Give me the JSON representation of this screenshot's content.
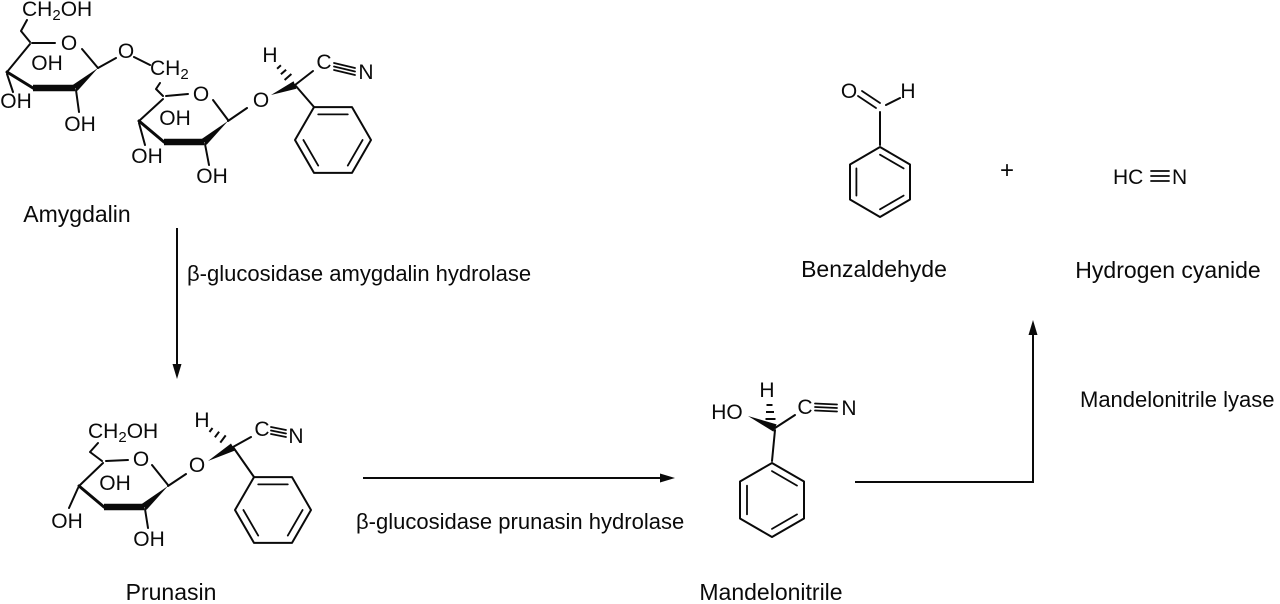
{
  "figure": {
    "background": "#ffffff",
    "ink": "#0a0a0a"
  },
  "molecules": {
    "amygdalin": {
      "name": "Amygdalin",
      "atoms": {
        "ch2oh_main": "CH",
        "ch2oh_sub": "2",
        "ch2oh_oh": "OH",
        "ring1_oxygen": "O",
        "ring1_oh_inner": "OH",
        "ring1_oh_left": "OH",
        "ring1_oh_bottom": "OH",
        "linker_oxygen": "O",
        "ch2_main": "CH",
        "ch2_sub": "2",
        "ring2_oxygen": "O",
        "ring2_oh_inner": "OH",
        "ring2_oh_left": "OH",
        "ring2_oh_bottom": "OH",
        "glycosidic_oxygen": "O",
        "stereo_hydrogen": "H",
        "nitrile_carbon": "C",
        "nitrile_nitrogen": "N"
      }
    },
    "prunasin": {
      "name": "Prunasin",
      "atoms": {
        "ch2oh_main": "CH",
        "ch2oh_sub": "2",
        "ch2oh_oh": "OH",
        "ring_oxygen": "O",
        "oh_inner": "OH",
        "oh_left": "OH",
        "oh_bottom": "OH",
        "glycosidic_oxygen": "O",
        "stereo_hydrogen": "H",
        "nitrile_carbon": "C",
        "nitrile_nitrogen": "N"
      }
    },
    "mandelonitrile": {
      "name": "Mandelonitrile",
      "atoms": {
        "hydroxyl": "HO",
        "stereo_hydrogen": "H",
        "nitrile_carbon": "C",
        "nitrile_nitrogen": "N"
      }
    },
    "benzaldehyde": {
      "name": "Benzaldehyde",
      "atoms": {
        "carbonyl_oxygen": "O",
        "aldehyde_hydrogen": "H"
      }
    },
    "hydrogen_cyanide": {
      "name": "Hydrogen cyanide",
      "atoms": {
        "hc": "HC",
        "nitrogen": "N"
      }
    }
  },
  "reactions": {
    "step1_enzyme": "β-glucosidase amygdalin hydrolase",
    "step2_enzyme": "β-glucosidase prunasin hydrolase",
    "step3_enzyme": "Mandelonitrile lyase"
  },
  "operators": {
    "plus": "+"
  }
}
